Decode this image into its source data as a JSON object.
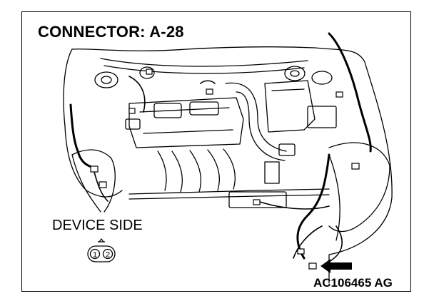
{
  "title": "CONNECTOR: A-28",
  "device_side_label": "DEVICE SIDE",
  "connector_pins": [
    "1",
    "2"
  ],
  "figure_code": "AC106465 AG",
  "colors": {
    "line": "#000000",
    "background": "#ffffff"
  }
}
